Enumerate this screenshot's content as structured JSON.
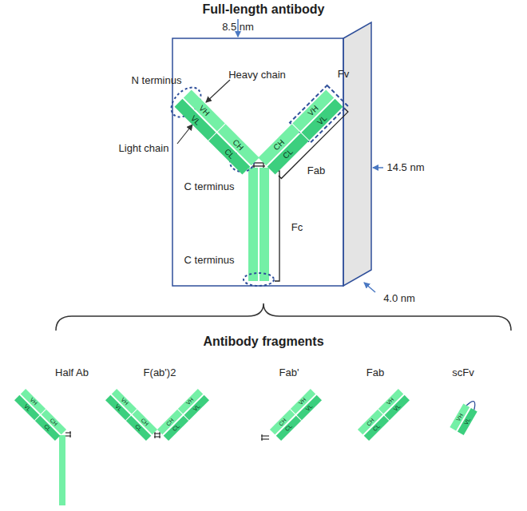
{
  "diagram": {
    "title": "Full-length antibody",
    "labels": [
      "8.5 nm",
      "N terminus",
      "Heavy chain",
      "Fv",
      "Light chain",
      "VH",
      "VL",
      "CH",
      "CL",
      "VH",
      "VL",
      "CH",
      "CL",
      "Fab",
      "C terminus",
      "14.5 nm",
      "Fc",
      "C terminus",
      "4.0 nm",
      "Antibody fragments",
      "Half Ab",
      "F(ab')2",
      "Fab'",
      "Fab",
      "scFv",
      "VH",
      "VL",
      "CH",
      "CL",
      "VH",
      "VL",
      "CH",
      "CL",
      "VH",
      "VL",
      "CH",
      "CL",
      "VH",
      "VL",
      "CH",
      "CL",
      "VH",
      "VL",
      "CH",
      "CL",
      "VH",
      "VL"
    ]
  }
}
